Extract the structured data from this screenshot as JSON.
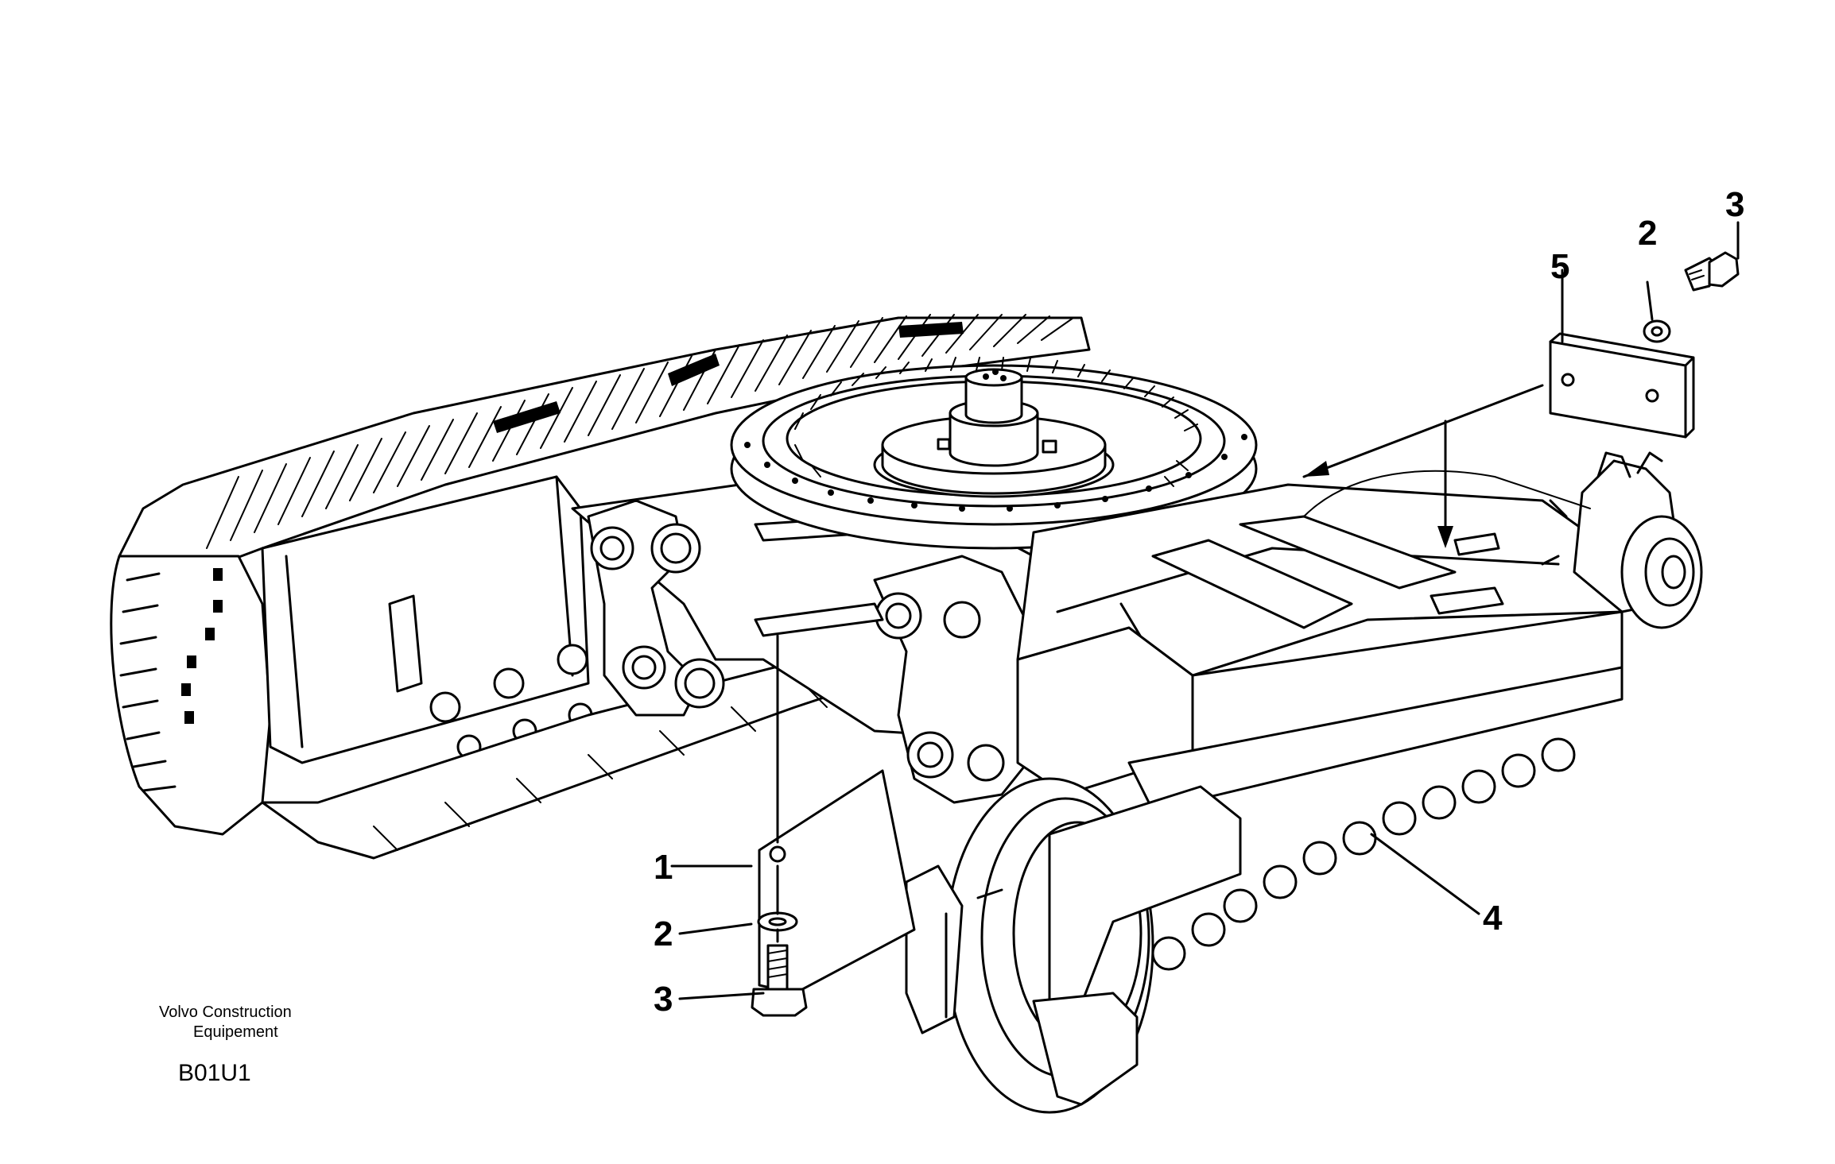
{
  "callouts": {
    "part_1": "1",
    "part_2_lower": "2",
    "part_3_lower": "3",
    "part_4": "4",
    "part_5": "5",
    "part_2_upper": "2",
    "part_3_upper": "3"
  },
  "footer": {
    "brand_line1": "Volvo Construction",
    "brand_line2": "Equipement",
    "figure_code": "B01U1"
  }
}
